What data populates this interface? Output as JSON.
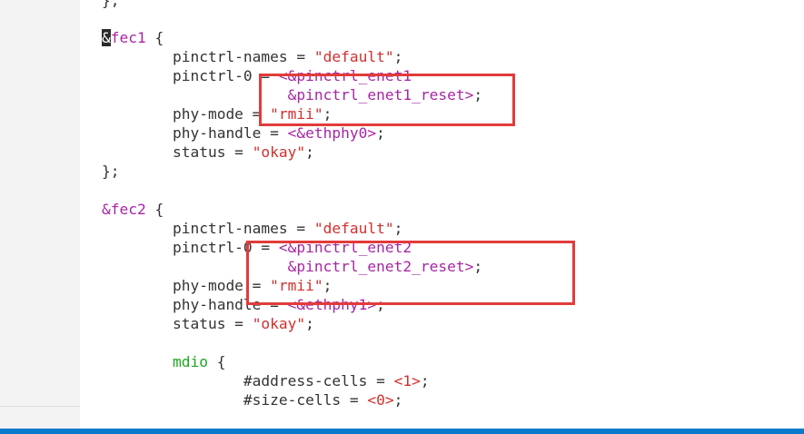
{
  "editor": {
    "lines": [
      {
        "id": "l0",
        "segments": [
          {
            "t": "};",
            "c": "plain"
          }
        ]
      },
      {
        "id": "l1",
        "segments": []
      },
      {
        "id": "l2",
        "segments": [
          {
            "t": "&",
            "c": "caret"
          },
          {
            "t": "fec1",
            "c": "node"
          },
          {
            "t": " {",
            "c": "plain"
          }
        ]
      },
      {
        "id": "l3",
        "segments": [
          {
            "t": "        pinctrl-names = ",
            "c": "plain"
          },
          {
            "t": "\"default\"",
            "c": "str"
          },
          {
            "t": ";",
            "c": "plain"
          }
        ]
      },
      {
        "id": "l4",
        "segments": [
          {
            "t": "        pinctrl-0 = ",
            "c": "plain"
          },
          {
            "t": "<&pinctrl_enet1",
            "c": "node"
          }
        ]
      },
      {
        "id": "l5",
        "segments": [
          {
            "t": "                     ",
            "c": "plain"
          },
          {
            "t": "&pinctrl_enet1_reset>",
            "c": "node"
          },
          {
            "t": ";",
            "c": "plain"
          }
        ]
      },
      {
        "id": "l6",
        "segments": [
          {
            "t": "        phy-mode = ",
            "c": "plain"
          },
          {
            "t": "\"rmii\"",
            "c": "str"
          },
          {
            "t": ";",
            "c": "plain"
          }
        ]
      },
      {
        "id": "l7",
        "segments": [
          {
            "t": "        phy-handle = ",
            "c": "plain"
          },
          {
            "t": "<&ethphy0>",
            "c": "node"
          },
          {
            "t": ";",
            "c": "plain"
          }
        ]
      },
      {
        "id": "l8",
        "segments": [
          {
            "t": "        status = ",
            "c": "plain"
          },
          {
            "t": "\"okay\"",
            "c": "str"
          },
          {
            "t": ";",
            "c": "plain"
          }
        ]
      },
      {
        "id": "l9",
        "segments": [
          {
            "t": "};",
            "c": "plain"
          }
        ]
      },
      {
        "id": "l10",
        "segments": []
      },
      {
        "id": "l11",
        "segments": [
          {
            "t": "&fec2",
            "c": "node"
          },
          {
            "t": " {",
            "c": "plain"
          }
        ]
      },
      {
        "id": "l12",
        "segments": [
          {
            "t": "        pinctrl-names = ",
            "c": "plain"
          },
          {
            "t": "\"default\"",
            "c": "str"
          },
          {
            "t": ";",
            "c": "plain"
          }
        ]
      },
      {
        "id": "l13",
        "segments": [
          {
            "t": "        pinctrl-0 = ",
            "c": "plain"
          },
          {
            "t": "<&pinctrl_enet2",
            "c": "node"
          }
        ]
      },
      {
        "id": "l14",
        "segments": [
          {
            "t": "                     ",
            "c": "plain"
          },
          {
            "t": "&pinctrl_enet2_reset>",
            "c": "node"
          },
          {
            "t": ";",
            "c": "plain"
          }
        ]
      },
      {
        "id": "l15",
        "segments": [
          {
            "t": "        phy-mode = ",
            "c": "plain"
          },
          {
            "t": "\"rmii\"",
            "c": "str"
          },
          {
            "t": ";",
            "c": "plain"
          }
        ]
      },
      {
        "id": "l16",
        "segments": [
          {
            "t": "        phy-handle = ",
            "c": "plain"
          },
          {
            "t": "<&ethphy1>",
            "c": "node"
          },
          {
            "t": ";",
            "c": "plain"
          }
        ]
      },
      {
        "id": "l17",
        "segments": [
          {
            "t": "        status = ",
            "c": "plain"
          },
          {
            "t": "\"okay\"",
            "c": "str"
          },
          {
            "t": ";",
            "c": "plain"
          }
        ]
      },
      {
        "id": "l18",
        "segments": []
      },
      {
        "id": "l19",
        "segments": [
          {
            "t": "        ",
            "c": "plain"
          },
          {
            "t": "mdio",
            "c": "kw"
          },
          {
            "t": " {",
            "c": "plain"
          }
        ]
      },
      {
        "id": "l20",
        "segments": [
          {
            "t": "                #address-cells = ",
            "c": "plain"
          },
          {
            "t": "<1>",
            "c": "str"
          },
          {
            "t": ";",
            "c": "plain"
          }
        ]
      },
      {
        "id": "l21",
        "segments": [
          {
            "t": "                #size-cells = ",
            "c": "plain"
          },
          {
            "t": "<0>",
            "c": "str"
          },
          {
            "t": ";",
            "c": "plain"
          }
        ]
      }
    ]
  },
  "colors": {
    "node": "#a626a4",
    "string": "#d0302e",
    "keyword": "#1fa81f",
    "plain": "#333333",
    "highlight_box": "#e23b3b",
    "status_bar": "#0a7acc",
    "gutter": "#f3f3f3"
  }
}
